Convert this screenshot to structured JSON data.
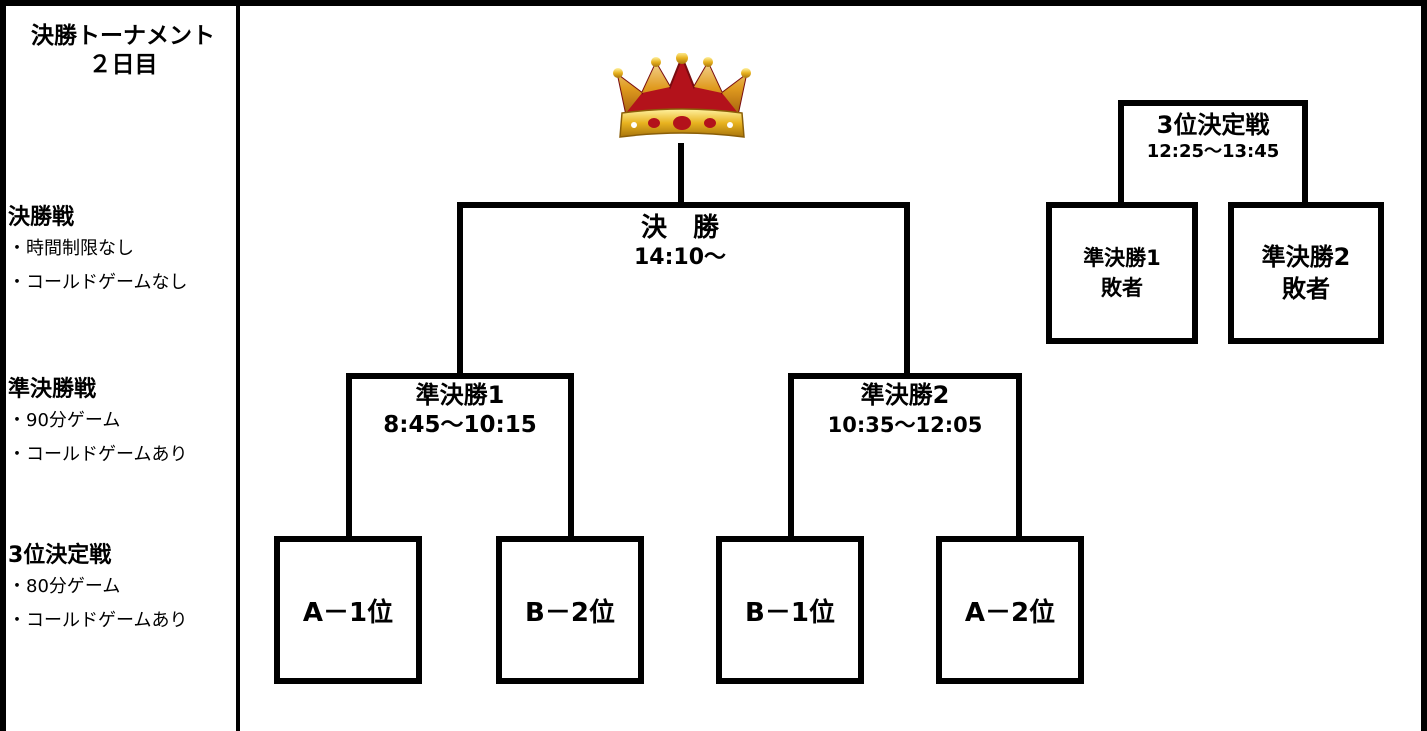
{
  "sidebar": {
    "title_line1": "決勝トーナメント",
    "title_line2": "２日目",
    "sections": [
      {
        "heading": "決勝戦",
        "items": [
          "・時間制限なし",
          "・コールドゲームなし"
        ]
      },
      {
        "heading": "準決勝戦",
        "items": [
          "・90分ゲーム",
          "・コールドゲームあり"
        ]
      },
      {
        "heading": "3位決定戦",
        "items": [
          "・80分ゲーム",
          "・コールドゲームあり"
        ]
      }
    ]
  },
  "bracket": {
    "final": {
      "name": "決　勝",
      "time": "14:10～"
    },
    "semi1": {
      "name": "準決勝1",
      "time": "8:45～10:15"
    },
    "semi2": {
      "name": "準決勝2",
      "time": "10:35～12:05"
    },
    "teams": [
      "A－1位",
      "B－2位",
      "B－1位",
      "A－2位"
    ]
  },
  "third_place": {
    "name": "3位決定戦",
    "time": "12:25～13:45",
    "left_line1": "準決勝1",
    "left_line2": "敗者",
    "right_line1": "準決勝2",
    "right_line2": "敗者"
  },
  "icons": {
    "crown": "crown-icon"
  },
  "colors": {
    "line": "#000000",
    "crown_gold": "#e8b320",
    "crown_red": "#b3121b"
  }
}
